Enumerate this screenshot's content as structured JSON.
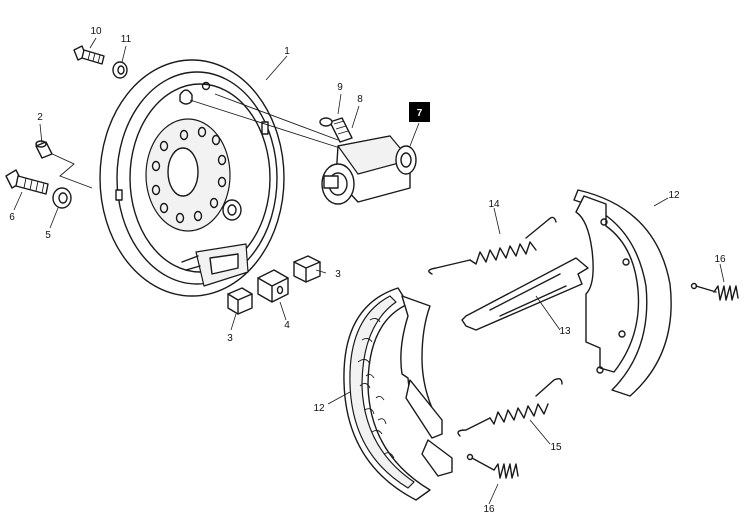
{
  "diagram": {
    "callouts": {
      "c1": "1",
      "c2": "2",
      "c3a": "3",
      "c3b": "3",
      "c4": "4",
      "c5": "5",
      "c6": "6",
      "c7": "7",
      "c8": "8",
      "c9": "9",
      "c10": "10",
      "c11": "11",
      "c12a": "12",
      "c12b": "12",
      "c13": "13",
      "c14": "14",
      "c15": "15",
      "c16a": "16",
      "c16b": "16"
    },
    "highlight_color": "#000000"
  }
}
